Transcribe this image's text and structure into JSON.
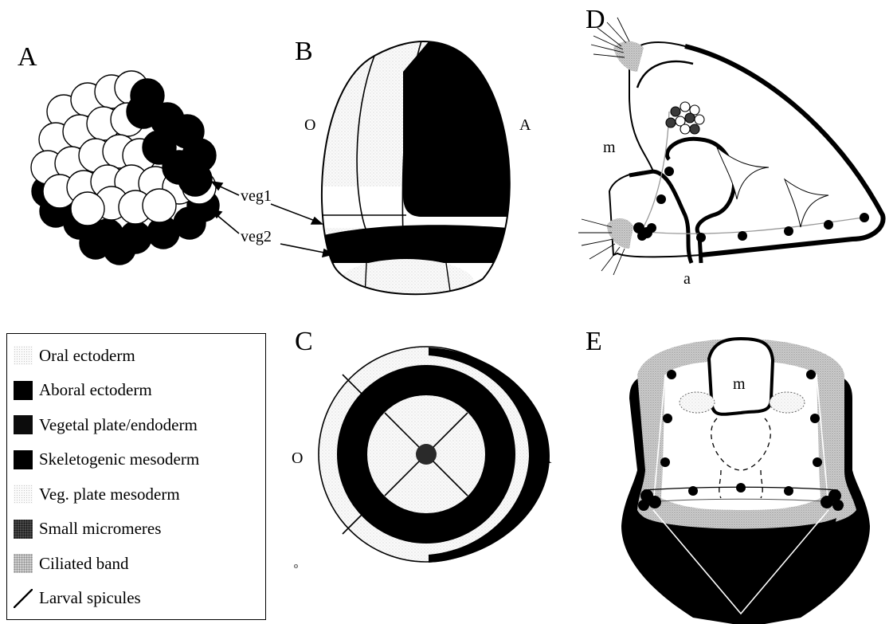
{
  "panels": {
    "a": "A",
    "b": "B",
    "c": "C",
    "d": "D",
    "e": "E"
  },
  "labels": {
    "oral_side": "O",
    "aboral_side": "A",
    "veg1": "veg1",
    "veg2": "veg2",
    "mouth": "m",
    "anus": "a",
    "small_mark": "o"
  },
  "legend": [
    {
      "label": "Oral ectoderm",
      "color": "#f4f4f4",
      "pattern": "stipple-light"
    },
    {
      "label": "Aboral ectoderm",
      "color": "#000000",
      "pattern": "solid"
    },
    {
      "label": "Vegetal plate/endoderm",
      "color": "#0c0c0c",
      "pattern": "solid"
    },
    {
      "label": "Skeletogenic mesoderm",
      "color": "#000000",
      "pattern": "solid"
    },
    {
      "label": "Veg. plate mesoderm",
      "color": "#f2f2f2",
      "pattern": "stipple-light"
    },
    {
      "label": "Small micromeres",
      "color": "#3a3a3a",
      "pattern": "stipple-dark"
    },
    {
      "label": "Ciliated band",
      "color": "#bdbdbd",
      "pattern": "stipple-mid"
    },
    {
      "label": "Larval spicules",
      "color": "#000000",
      "pattern": "line"
    }
  ],
  "colors": {
    "black": "#000000",
    "white": "#ffffff",
    "oral_stipple": "#efefef",
    "ciliated_band": "#bfbfbf",
    "small_micromeres": "#3a3a3a"
  }
}
